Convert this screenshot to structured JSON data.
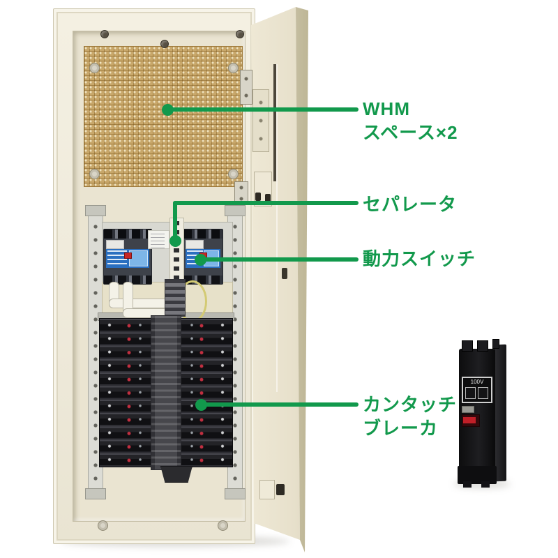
{
  "annotations": {
    "accent_color": "#12994c",
    "items": [
      {
        "id": "whm-space",
        "label": "WHM\nスペース×2"
      },
      {
        "id": "separator",
        "label": "セパレータ"
      },
      {
        "id": "power-switch",
        "label": "動力スイッチ"
      },
      {
        "id": "kantouch-breaker",
        "label": "カンタッチ\nブレーカ"
      }
    ]
  },
  "product_inset": {
    "voltage_label": "100V"
  },
  "palette": {
    "background": "#ffffff",
    "cabinet_body": "#f0ebdb",
    "cabinet_recess": "#eae4d1",
    "pegboard_tan": "#c8a76a",
    "mccb_blue": "#2a6fc0",
    "breaker_black": "#17171a",
    "annotation_green": "#12994c"
  }
}
